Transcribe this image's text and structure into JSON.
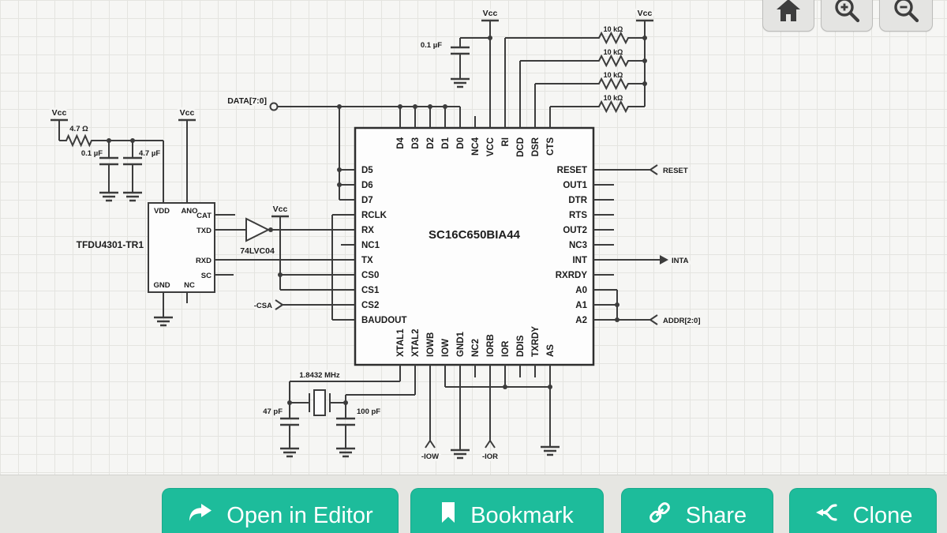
{
  "toolbar": {
    "buttons": [
      {
        "name": "home",
        "icon": "home-icon"
      },
      {
        "name": "zoom-in",
        "icon": "zoom-in-icon"
      },
      {
        "name": "zoom-out",
        "icon": "zoom-out-icon"
      }
    ]
  },
  "actions": [
    {
      "label": "Open in Editor",
      "icon": "open-in-editor-icon"
    },
    {
      "label": "Bookmark",
      "icon": "bookmark-icon"
    },
    {
      "label": "Share",
      "icon": "share-link-icon"
    },
    {
      "label": "Clone",
      "icon": "clone-fork-icon"
    }
  ],
  "colors": {
    "action_green": "#1dbc9b",
    "schematic_ink": "#3c3c3c",
    "canvas_bg": "#f6f6f4",
    "grid_line": "#e4e4e0",
    "band_bg": "#e6e6e2",
    "toolbar_btn_bg": "#e4e4e2",
    "toolbar_icon": "#3d3d3d"
  },
  "schematic": {
    "power_label": "Vcc",
    "chip": {
      "ref_label": "SC16C650BIA44",
      "pins_left": [
        "D5",
        "D6",
        "D7",
        "RCLK",
        "RX",
        "NC1",
        "TX",
        "CS0",
        "CS1",
        "CS2",
        "BAUDOUT"
      ],
      "pins_right": [
        "RESET",
        "OUT1",
        "DTR",
        "RTS",
        "OUT2",
        "NC3",
        "INT",
        "RXRDY",
        "A0",
        "A1",
        "A2"
      ],
      "pins_top": [
        "D4",
        "D3",
        "D2",
        "D1",
        "D0",
        "NC4",
        "VCC",
        "RI",
        "DCD",
        "DSR",
        "CTS"
      ],
      "pins_bottom": [
        "XTAL1",
        "XTAL2",
        "IOWB",
        "IOW",
        "GND1",
        "NC2",
        "IORB",
        "IOR",
        "DDIS",
        "TXRDY",
        "AS"
      ]
    },
    "ir_transceiver": {
      "ref_label": "TFDU4301-TR1",
      "pins_top": [
        "VDD",
        "ANO"
      ],
      "pins_right": [
        "CAT",
        "TXD",
        "RXD",
        "SC"
      ],
      "pins_bottom": [
        "GND",
        "NC"
      ]
    },
    "inverter": {
      "ref_label": "74LVC04"
    },
    "crystal": {
      "value": "1.8432 MHz",
      "cap_left": "47 pF",
      "cap_right": "100 pF"
    },
    "pullups": {
      "values": [
        "10 kΩ",
        "10 kΩ",
        "10 kΩ",
        "10 kΩ"
      ]
    },
    "decoupling": {
      "vcc_cap": "0.1 µF"
    },
    "filter": {
      "resistor": "4.7 Ω",
      "cap1": "0.1 µF",
      "cap2": "4.7 µF"
    },
    "ports": {
      "data_bus": "DATA[7:0]",
      "reset": "RESET",
      "interrupt": "INTA",
      "address_bus": "ADDR[2:0]",
      "chip_select": "-CSA",
      "io_write": "-IOW",
      "io_read": "-IOR"
    }
  }
}
